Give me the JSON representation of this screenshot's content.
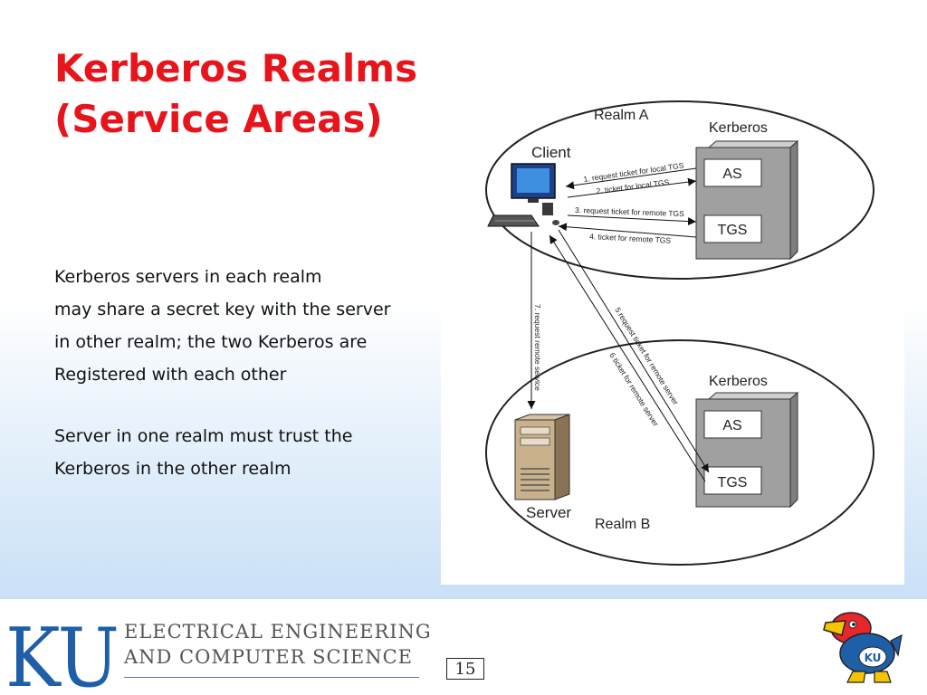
{
  "slide": {
    "title_lines": [
      "Kerberos Realms",
      "(Service Areas)"
    ],
    "paragraph1": [
      "Kerberos servers in each realm",
      "may share a secret key with the server",
      "in other realm; the two Kerberos are",
      "Registered with each other"
    ],
    "paragraph2": [
      "Server in one realm must trust the",
      "Kerberos in the other realm"
    ],
    "page_number": "15"
  },
  "diagram": {
    "realm_a": "Realm A",
    "realm_b": "Realm B",
    "client": "Client",
    "server": "Server",
    "kerberos_a": "Kerberos",
    "kerberos_b": "Kerberos",
    "as_a": "AS",
    "tgs_a": "TGS",
    "as_b": "AS",
    "tgs_b": "TGS",
    "msg1": "1. request ticket for local TGS",
    "msg2": "2. ticket for local TGS",
    "msg3": "3. request ticket for remote TGS",
    "msg4": "4. ticket for remote TGS",
    "msg5": "5 request ticket for remote server",
    "msg6": "6 ticket for remote server",
    "msg7": "7. request remote service"
  },
  "footer": {
    "logo_text": "KU",
    "dept_line1": "ELECTRICAL ENGINEERING",
    "dept_line2": "AND COMPUTER SCIENCE",
    "mascot_badge": "KU"
  },
  "colors": {
    "title": "#e8141c",
    "ku_blue": "#1f5fa8",
    "kerberos_box": "#a0a0a0"
  }
}
